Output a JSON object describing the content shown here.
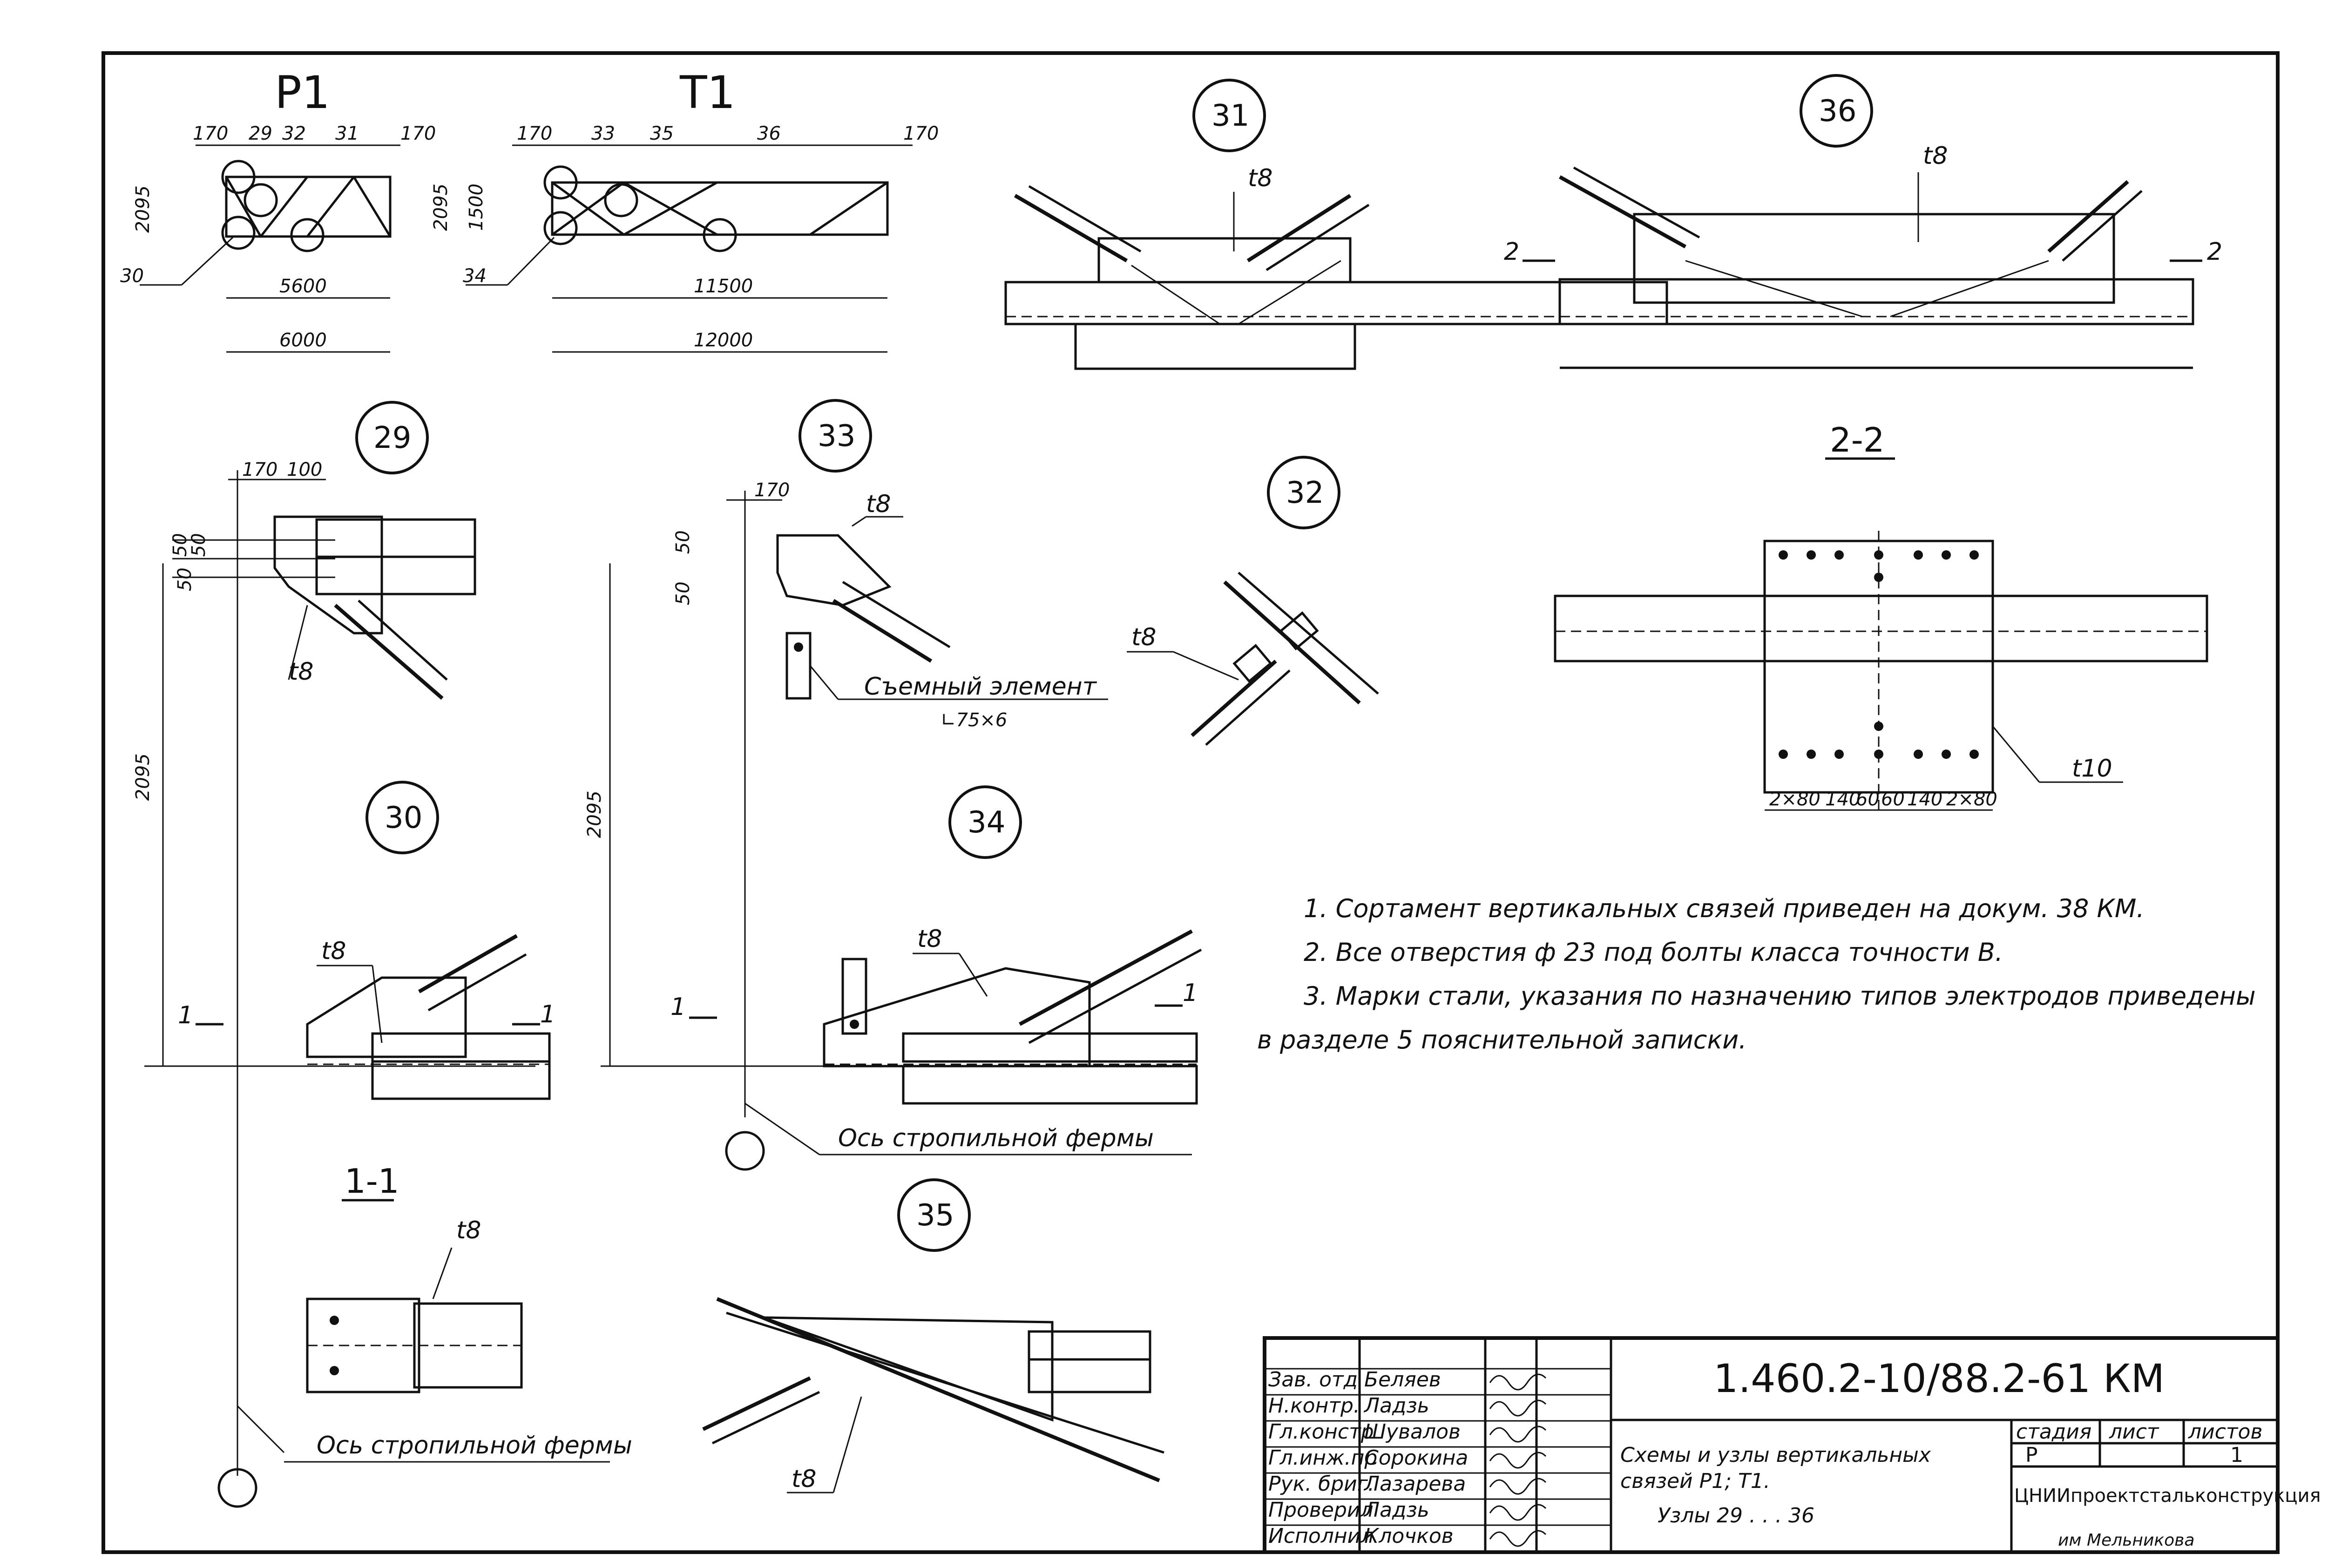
{
  "schemes": {
    "p1": {
      "title": "P1",
      "labels": [
        "170",
        "29",
        "32",
        "31",
        "170"
      ],
      "h_label": "2095",
      "callout_30": "30",
      "dim_inner": "5600",
      "dim_outer": "6000"
    },
    "t1": {
      "title": "T1",
      "labels": [
        "170",
        "33",
        "35",
        "36",
        "170"
      ],
      "h1": "2095",
      "h2": "1500",
      "callout_34": "34",
      "dim_inner": "11500",
      "dim_outer": "12000"
    }
  },
  "nodes": {
    "n29": {
      "num": "29",
      "d170": "170",
      "d100": "100",
      "d50a": "50",
      "d50b": "50",
      "d50c": "50",
      "plate": "t8",
      "h": "2095"
    },
    "n30": {
      "num": "30",
      "plate": "t8",
      "sec": "1"
    },
    "n31": {
      "num": "31",
      "plate": "t8"
    },
    "n32": {
      "num": "32",
      "plate": "t8"
    },
    "n33": {
      "num": "33",
      "d170": "170",
      "d50a": "50",
      "d50b": "50",
      "plate": "t8",
      "removable": "Съемный элемент",
      "angle": "∟75×6",
      "h": "2095"
    },
    "n34": {
      "num": "34",
      "plate": "t8",
      "sec": "1",
      "axis": "Ось стропильной фермы"
    },
    "n35": {
      "num": "35",
      "plate": "t8"
    },
    "n36": {
      "num": "36",
      "plate": "t8",
      "sec": "2"
    }
  },
  "section_2_2": {
    "title": "2-2",
    "dims": [
      "2×80",
      "140",
      "60",
      "60",
      "140",
      "2×80"
    ],
    "plate": "t10"
  },
  "section_1_1": {
    "title": "1-1",
    "plate": "t8",
    "axis": "Ось стропильной фермы"
  },
  "notes": [
    "1. Сортамент вертикальных связей приведен на докум. 38 КМ.",
    "2. Все отверстия ф 23 под болты класса точности В.",
    "3. Марки стали, указания по назначению типов электродов приведены",
    "в разделе 5 пояснительной записки."
  ],
  "title_block": {
    "code": "1.460.2-10/88.2-61 КМ",
    "description": [
      "Схемы и узлы вертикальных",
      "связей Р1; Т1.",
      "Узлы 29 . . . 36"
    ],
    "stage_header": "стадия",
    "sheet_header": "лист",
    "sheets_header": "листов",
    "stage": "Р",
    "sheet": "1",
    "org": [
      "ЦНИИпроектстальконструкция",
      "им Мельникова"
    ],
    "staff": [
      {
        "role": "Зав. отд",
        "name": "Беляев"
      },
      {
        "role": "Н.контр.",
        "name": "Ладзь"
      },
      {
        "role": "Гл.констр",
        "name": "Шувалов"
      },
      {
        "role": "Гл.инж.пр",
        "name": "Сорокина"
      },
      {
        "role": "Рук. бриг.",
        "name": "Лазарева"
      },
      {
        "role": "Проверил",
        "name": "Ладзь"
      },
      {
        "role": "Исполнил",
        "name": "Клочков"
      }
    ]
  }
}
